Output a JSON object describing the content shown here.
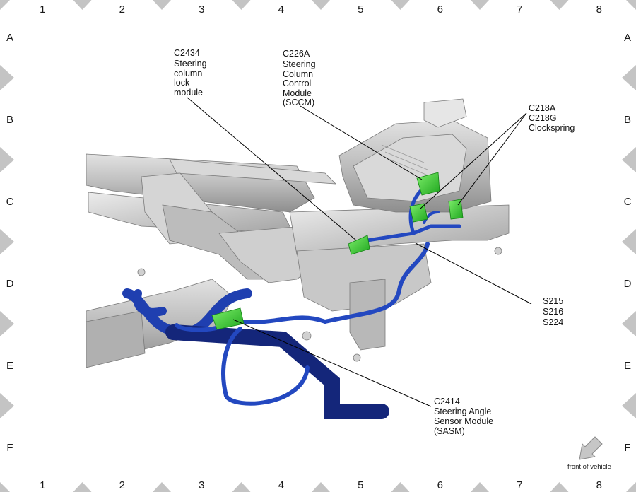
{
  "grid": {
    "columns": [
      "1",
      "2",
      "3",
      "4",
      "5",
      "6",
      "7",
      "8"
    ],
    "rows": [
      "A",
      "B",
      "C",
      "D",
      "E",
      "F"
    ]
  },
  "callouts": {
    "c2434": [
      "C2434",
      "Steering",
      "column",
      "lock",
      "module"
    ],
    "c226a": [
      "C226A",
      "Steering",
      "Column",
      "Control",
      "Module",
      "(SCCM)"
    ],
    "c218": [
      "C218A",
      "C218G",
      "Clockspring"
    ],
    "splices": [
      "S215",
      "S216",
      "S224"
    ],
    "c2414": [
      "C2414",
      "Steering Angle",
      "Sensor Module",
      "(SASM)"
    ]
  },
  "orientation": {
    "label": "front of vehicle",
    "icon": "arrow-down-left-icon"
  },
  "colors": {
    "harness": "#1f3fb0",
    "connector": "#3fd63f",
    "component": "#c9c9c9",
    "marker": "#c4c4c4"
  }
}
